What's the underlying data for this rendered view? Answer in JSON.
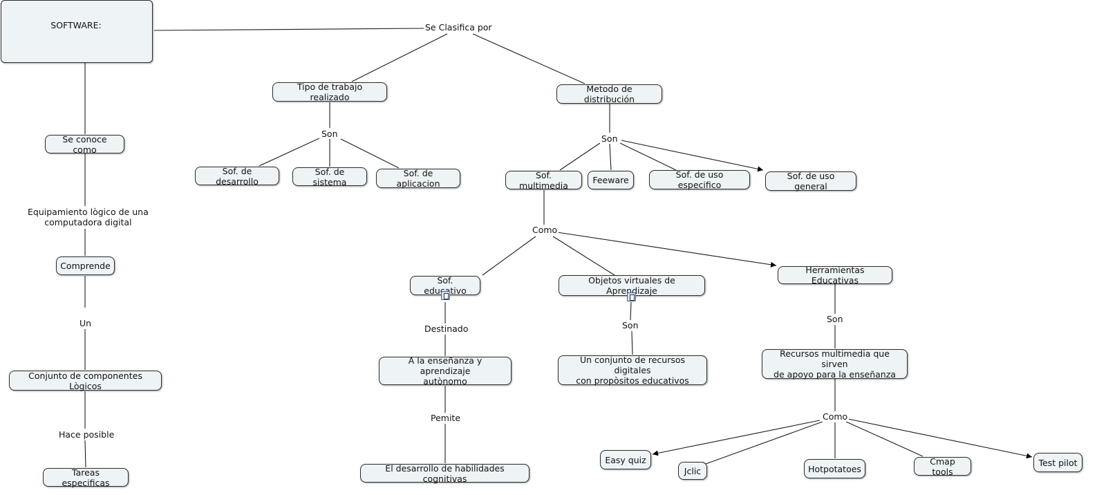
{
  "concepts": {
    "software": "SOFTWARE:",
    "tipo_trabajo": "Tipo de trabajo realizado",
    "metodo_distribucion": "Metodo de distribución",
    "se_conoce_como": "Se conoce como",
    "sof_desarrollo": "Sof. de desarrollo",
    "sof_sistema": "Sof. de sistema",
    "sof_aplicacion": "Sof. de aplicacion",
    "sof_multimedia": "Sof. multimedia",
    "feeware": "Feeware",
    "sof_uso_especifico": "Sof. de uso especifico",
    "sof_uso_general": "Sof. de uso general",
    "comprende": "Comprende",
    "sof_educativo": "Sof. educativo",
    "objetos_virtuales": "Objetos virtuales de Aprendizaje",
    "herramientas_educativas": "Herramientas Educativas",
    "conjunto_componentes": "Conjunto de componentes Lògicos",
    "ensenanza_line1": "A la enseñanza y aprendizaje",
    "ensenanza_line2": "autònomo",
    "conjunto_recursos_line1": "Un conjunto de recursos digitales",
    "conjunto_recursos_line2": "con propòsitos educativos",
    "recursos_multimedia_line1": "Recursos multimedia que sirven",
    "recursos_multimedia_line2": "de apoyo para la enseñanza",
    "easy_quiz": "Easy quiz",
    "jclic": "Jclic",
    "hotpotatoes": "Hotpotatoes",
    "cmap_tools": "Cmap tools",
    "test_pilot": "Test pilot",
    "tareas_especificas": "Tareas especificas",
    "desarrollo_habilidades": "El desarrollo de habilidades cognitivas"
  },
  "links": {
    "se_clasifica_por": "Se Clasifica por",
    "son_tipo": "Son",
    "son_metodo": "Son",
    "equipamiento_line1": "Equipamiento lògico de una",
    "equipamiento_line2": "computadora digital",
    "como_multimedia": "Como",
    "un": "Un",
    "destinado": "Destinado",
    "son_objetos": "Son",
    "son_herramientas": "Son",
    "pemite": "Pemite",
    "hace_posible": "Hace posible",
    "como_recursos": "Como"
  },
  "icons": [
    "resource-icon"
  ],
  "colors": {
    "concept_fill": "#eef3f6",
    "concept_border": "#2b2b2b",
    "line": "#1a1a1a"
  }
}
